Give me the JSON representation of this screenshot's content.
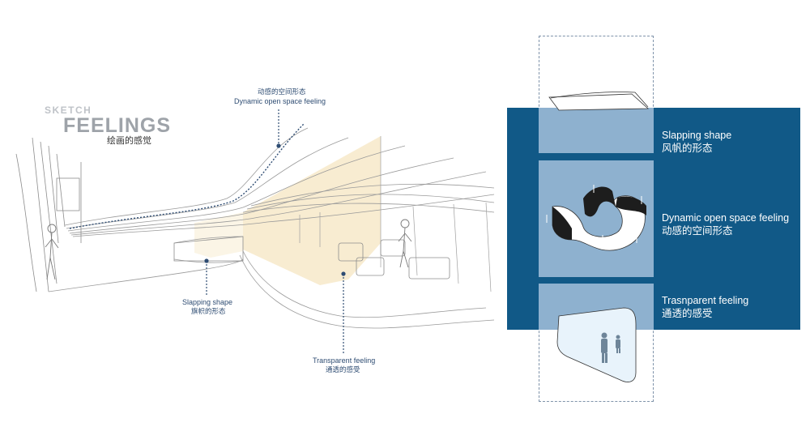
{
  "sketch": {
    "heading_small": "SKETCH",
    "heading_large": "FEELINGS",
    "heading_cn": "绘画的感觉",
    "annotations": [
      {
        "cn": "动感的空间形态",
        "en": "Dynamic open space feeling"
      },
      {
        "en": "Slapping shape",
        "cn": "旗帜的形态"
      },
      {
        "en": "Transparent feeling",
        "cn": "通透的感受"
      }
    ]
  },
  "panel": {
    "items": [
      {
        "en": "Slapping shape",
        "cn": "风帆的形态"
      },
      {
        "en": "Dynamic open space feeling",
        "cn": "动感的空间形态"
      },
      {
        "en": "Trasnparent feeling",
        "cn": "通透的感受"
      }
    ],
    "colors": {
      "band": "#115987",
      "box": "#8eb1cf",
      "outline": "#7f93aa"
    }
  }
}
